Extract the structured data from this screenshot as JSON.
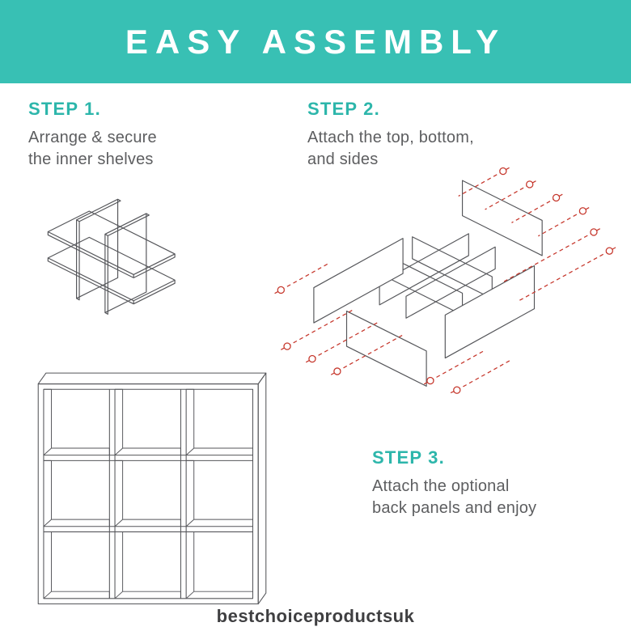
{
  "banner": {
    "title": "EASY ASSEMBLY"
  },
  "steps": {
    "step1": {
      "label": "STEP 1.",
      "desc_line1": "Arrange & secure",
      "desc_line2": "the inner shelves",
      "illustration": "inner-shelves-lattice-diagram"
    },
    "step2": {
      "label": "STEP 2.",
      "desc_line1": "Attach the top, bottom,",
      "desc_line2": "and sides",
      "illustration": "exploded-frame-with-screws-diagram"
    },
    "step3": {
      "label": "STEP 3.",
      "desc_line1": "Attach the optional",
      "desc_line2": "back panels and enjoy",
      "illustration": "assembled-9-cube-organizer-diagram"
    }
  },
  "watermark": {
    "text": "bestchoiceproductsuk"
  },
  "colors": {
    "banner_teal": "#38c0b4",
    "heading_teal": "#2db6ab",
    "body_gray": "#5d5e60",
    "line_gray": "#55565a",
    "screw_red": "#c6372c"
  }
}
